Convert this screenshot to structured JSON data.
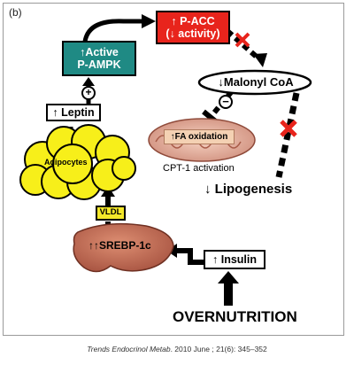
{
  "panel_label": "(b)",
  "nodes": {
    "p_acc_line1": "↑ P-ACC",
    "p_acc_line2": "(↓ activity)",
    "ampk_line1": "↑Active",
    "ampk_line2": "P-AMPK",
    "malonyl": "↓Malonyl CoA",
    "leptin": "↑ Leptin",
    "adipocytes": "Adipocytes",
    "fa_oxidation": "↑FA oxidation",
    "cpt1": "CPT-1 activation",
    "lipogenesis": "↓ Lipogenesis",
    "vldl": "VLDL",
    "srebp": "↑↑SREBP-1c",
    "insulin": "↑ Insulin",
    "overnutrition": "OVERNUTRITION"
  },
  "signs": {
    "plus": "+",
    "minus": "−"
  },
  "citation": {
    "journal": "Trends Endocrinol Metab",
    "rest": ". 2010 June ; 21(6): 345–352"
  },
  "colors": {
    "p_acc_fill": "#e8241c",
    "ampk_fill": "#1f8a84",
    "vldl_fill": "#f4e82a",
    "adipocyte_fill": "#f7ef1a",
    "liver_fill": "#c9735a",
    "inhibit_x": "#e8241c"
  }
}
